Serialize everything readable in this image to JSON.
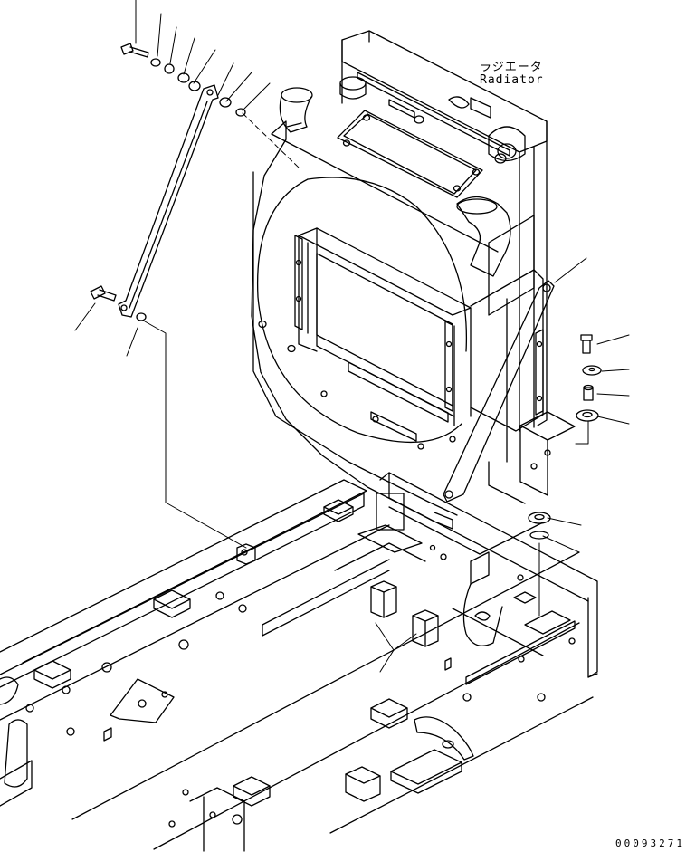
{
  "diagram": {
    "label_japanese": "ラジエータ",
    "label_english": "Radiator",
    "drawing_number": "00093271"
  },
  "colors": {
    "line": "#000000",
    "background": "#ffffff"
  }
}
